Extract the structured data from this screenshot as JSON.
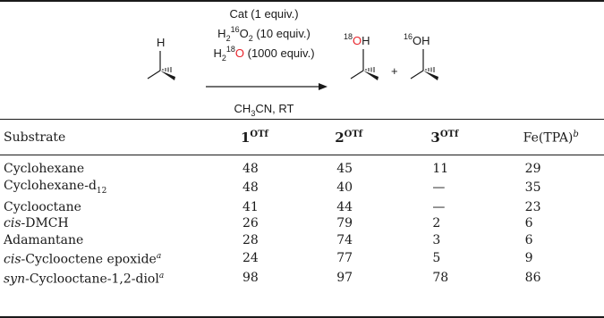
{
  "scheme": {
    "conditions_above": [
      {
        "parts": [
          {
            "t": "Cat (1 equiv.)"
          }
        ]
      },
      {
        "parts": [
          {
            "t": "H"
          },
          {
            "t": "2",
            "sub": true
          },
          {
            "t": "16",
            "sup": true
          },
          {
            "t": "O"
          },
          {
            "t": "2",
            "sub": true
          },
          {
            "t": " (10 equiv.)"
          }
        ]
      },
      {
        "parts": [
          {
            "t": "H"
          },
          {
            "t": "2",
            "sub": true
          },
          {
            "t": "18",
            "sup": true
          },
          {
            "t": "O",
            "red": true
          },
          {
            "t": " (1000 equiv.)"
          }
        ]
      }
    ],
    "conditions_below": [
      {
        "t": "CH"
      },
      {
        "t": "3",
        "sub": true
      },
      {
        "t": "CN, RT"
      }
    ],
    "reactant_label": "H",
    "product1_iso": "18",
    "product1_atom": "O",
    "product1_h": "H",
    "plus": "+",
    "product2_iso": "16",
    "product2_label": "OH"
  },
  "table": {
    "headers": {
      "substrate": "Substrate",
      "col1_main": "1",
      "col1_sup": "OTf",
      "col2_main": "2",
      "col2_sup": "OTf",
      "col3_main": "3",
      "col3_sup": "OTf",
      "col4_main": "Fe(TPA)",
      "col4_sup": "b"
    },
    "rows": [
      {
        "name": [
          {
            "t": "Cyclohexane"
          }
        ],
        "v1": "48",
        "v2": "45",
        "v3": "11",
        "v4": "29"
      },
      {
        "name": [
          {
            "t": "Cyclohexane-d"
          },
          {
            "t": "12",
            "sub": true
          }
        ],
        "v1": "48",
        "v2": "40",
        "v3": "—",
        "v4": "35"
      },
      {
        "name": [
          {
            "t": "Cyclooctane"
          }
        ],
        "v1": "41",
        "v2": "44",
        "v3": "—",
        "v4": "23"
      },
      {
        "name": [
          {
            "t": "cis",
            "em": true
          },
          {
            "t": "-DMCH"
          }
        ],
        "v1": "26",
        "v2": "79",
        "v3": "2",
        "v4": "6"
      },
      {
        "name": [
          {
            "t": "Adamantane"
          }
        ],
        "v1": "28",
        "v2": "74",
        "v3": "3",
        "v4": "6"
      },
      {
        "name": [
          {
            "t": "cis",
            "em": true
          },
          {
            "t": "-Cyclooctene epoxide"
          },
          {
            "t": "a",
            "sup": true,
            "em": true
          }
        ],
        "v1": "24",
        "v2": "77",
        "v3": "5",
        "v4": "9"
      },
      {
        "name": [
          {
            "t": "syn",
            "em": true
          },
          {
            "t": "-Cyclooctane-1,2-diol"
          },
          {
            "t": "a",
            "sup": true,
            "em": true
          }
        ],
        "v1": "98",
        "v2": "97",
        "v3": "78",
        "v4": "86"
      }
    ]
  }
}
